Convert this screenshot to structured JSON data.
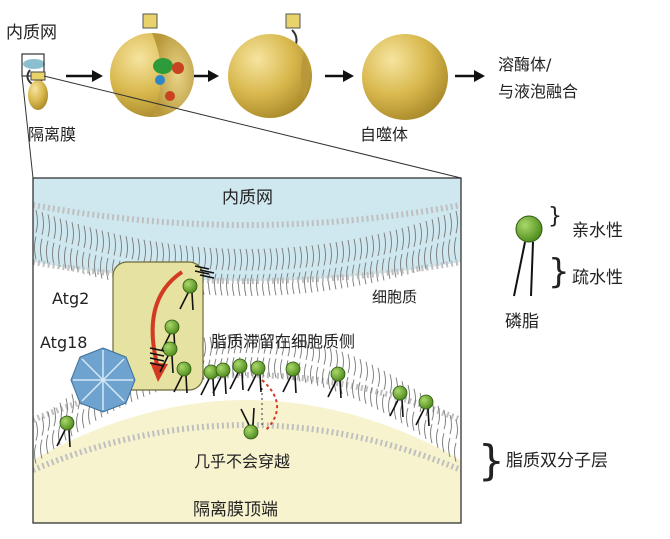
{
  "top": {
    "er_label": "内质网",
    "phagophore_label": "隔离膜",
    "autophagosome_label": "自噬体",
    "fusion_label_line1": "溶酶体/",
    "fusion_label_line2": "与液泡融合"
  },
  "detail": {
    "er_label": "内质网",
    "atg2_label": "Atg2",
    "atg18_label": "Atg18",
    "cytoplasm_label": "细胞质",
    "lipid_retention_label": "脂质滞留在细胞质侧",
    "flip_label": "几乎不会穿越",
    "tip_label": "隔离膜顶端"
  },
  "legend": {
    "hydrophilic_label": "亲水性",
    "hydrophobic_label": "疏水性",
    "phospholipid_label": "磷脂",
    "bilayer_label": "脂质双分子层"
  },
  "colors": {
    "sphere": "#d9b94e",
    "lipid_head": "#6aa52b",
    "er_fill": "#cfe8ef",
    "tip_fill": "#f7f3cf",
    "atg2_fill": "#e6e2a2",
    "atg18_fill": "#6ea3cf",
    "arrow_red": "#d33a22"
  }
}
